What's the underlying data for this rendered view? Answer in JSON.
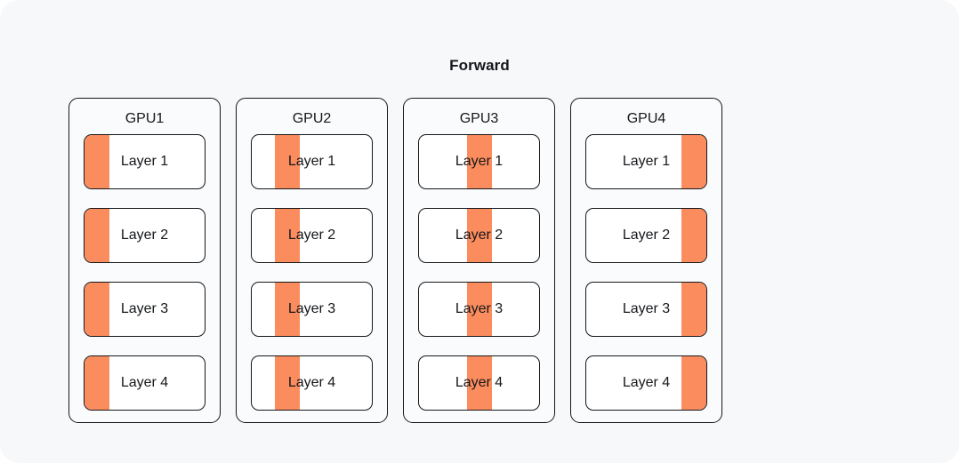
{
  "diagram": {
    "title": "Forward",
    "background_color": "#f7f8fa",
    "accent_color": "#fb8c5e",
    "outline_color": "#15171a",
    "box_fill_color": "#ffffff",
    "panel_fill_color": "#fafbfc"
  },
  "gpus": [
    {
      "label": "GPU1",
      "bar_position_pct": 0,
      "bar_edge": "left",
      "layers": [
        {
          "label": "Layer 1"
        },
        {
          "label": "Layer 2"
        },
        {
          "label": "Layer 3"
        },
        {
          "label": "Layer 4"
        }
      ]
    },
    {
      "label": "GPU2",
      "bar_position_pct": 24,
      "bar_edge": "none",
      "layers": [
        {
          "label": "Layer 1"
        },
        {
          "label": "Layer 2"
        },
        {
          "label": "Layer 3"
        },
        {
          "label": "Layer 4"
        }
      ]
    },
    {
      "label": "GPU3",
      "bar_position_pct": 50,
      "bar_edge": "none",
      "layers": [
        {
          "label": "Layer 1"
        },
        {
          "label": "Layer 2"
        },
        {
          "label": "Layer 3"
        },
        {
          "label": "Layer 4"
        }
      ]
    },
    {
      "label": "GPU4",
      "bar_position_pct": 100,
      "bar_edge": "right",
      "layers": [
        {
          "label": "Layer 1"
        },
        {
          "label": "Layer 2"
        },
        {
          "label": "Layer 3"
        },
        {
          "label": "Layer 4"
        }
      ]
    }
  ]
}
